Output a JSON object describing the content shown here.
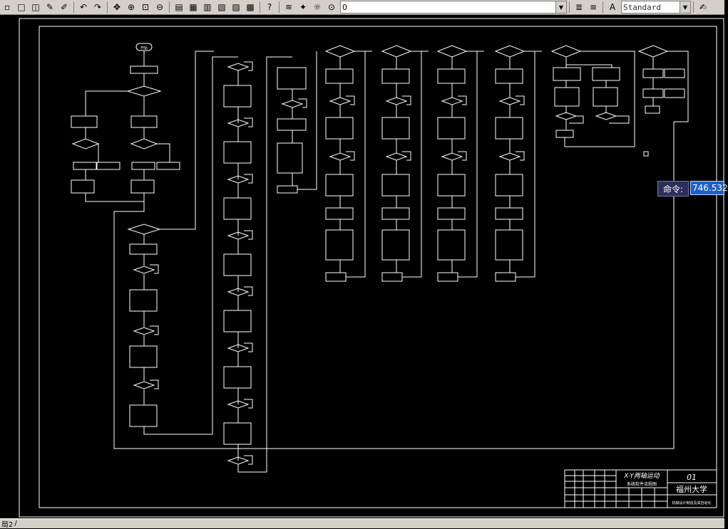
{
  "toolbar": {
    "layer_value": "0",
    "text_style_value": "Standard"
  },
  "command": {
    "label": "命令:",
    "value": "746.532"
  },
  "title_block": {
    "title_line1": "X-Y两轴运动",
    "title_line2": "系统软件流程图",
    "drawing_number": "01",
    "school": "福州大学",
    "bottom_text": "机械设计制造及其自动化"
  },
  "flowchart": {
    "start_label": "开始"
  },
  "status": {
    "layout_tab": "局2"
  },
  "colors": {
    "background": "#000000",
    "lines": "#ffffff",
    "toolbar": "#d4d0c8",
    "command_highlight": "#1e5fc8"
  }
}
